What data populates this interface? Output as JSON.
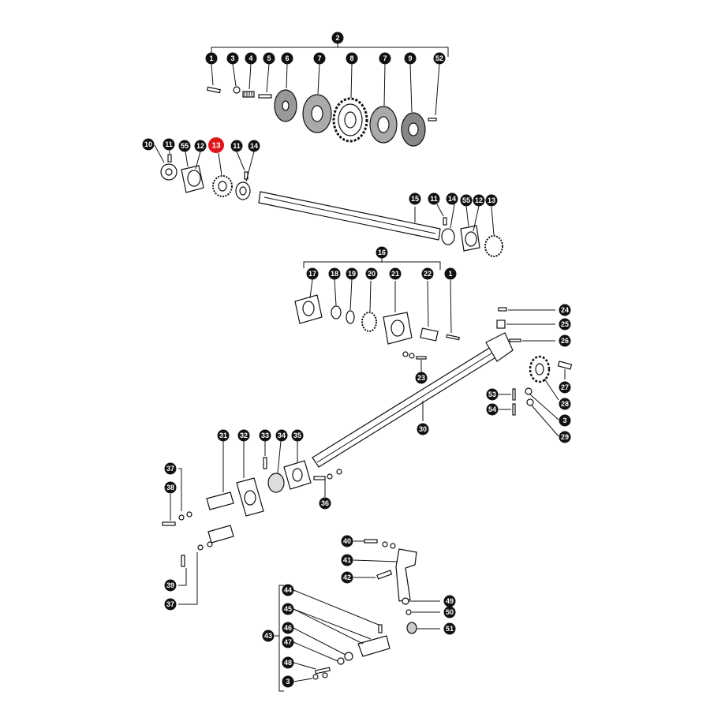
{
  "diagram": {
    "highlight_color": "#e0161b",
    "badge_color": "#111111",
    "callouts": {
      "c2": "2",
      "c1a": "1",
      "c3a": "3",
      "c4": "4",
      "c5": "5",
      "c6": "6",
      "c7a": "7",
      "c8": "8",
      "c7b": "7",
      "c9": "9",
      "c52": "52",
      "c10": "10",
      "c11a": "11",
      "c55a": "55",
      "c12a": "12",
      "c13a": "13",
      "c11b": "11",
      "c14a": "14",
      "c15": "15",
      "c11c": "11",
      "c14b": "14",
      "c55b": "55",
      "c12b": "12",
      "c13b": "13",
      "c16": "16",
      "c17": "17",
      "c18": "18",
      "c19": "19",
      "c20": "20",
      "c21": "21",
      "c22": "22",
      "c1b": "1",
      "c24": "24",
      "c25": "25",
      "c26": "26",
      "c27": "27",
      "c28": "28",
      "c53": "53",
      "c3b": "3",
      "c54": "54",
      "c29": "29",
      "c23": "23",
      "c30": "30",
      "c31": "31",
      "c32": "32",
      "c33": "33",
      "c34": "34",
      "c35": "35",
      "c36": "36",
      "c37a": "37",
      "c38": "38",
      "c39": "39",
      "c37b": "37",
      "c40": "40",
      "c41": "41",
      "c42": "42",
      "c43": "43",
      "c44": "44",
      "c45": "45",
      "c46": "46",
      "c47": "47",
      "c48": "48",
      "c3c": "3",
      "c49": "49",
      "c50": "50",
      "c51": "51"
    }
  }
}
